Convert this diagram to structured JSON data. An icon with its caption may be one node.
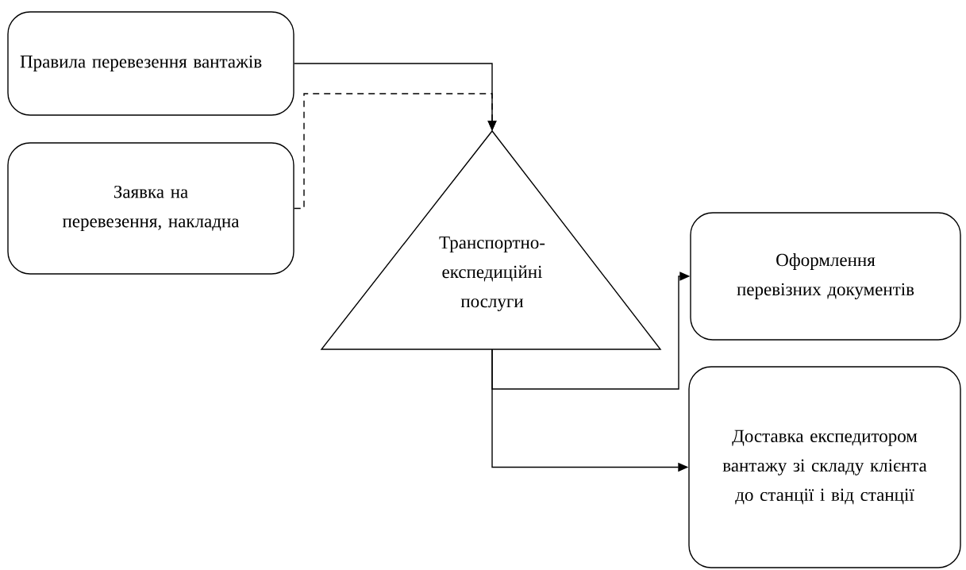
{
  "diagram": {
    "nodes": [
      {
        "text": [
          "Правила перевезення вантажів"
        ]
      },
      {
        "text": [
          "Заявка на перевезення, накладна"
        ]
      },
      {
        "text": [
          "Транспортно-експедиційні послуги"
        ]
      },
      {
        "text": [
          "Оформлення перевізних документів"
        ]
      },
      {
        "text": [
          "Доставка експедитором вантажу зі складу клієнта до станції і від станції"
        ]
      }
    ],
    "edges": [
      {
        "from": 1,
        "to": 2,
        "arrow": "to",
        "style": "dashed"
      },
      {
        "from": 0,
        "to": 2,
        "arrow": "to"
      },
      {
        "from": 2,
        "to": 3,
        "arrow": "to"
      },
      {
        "from": 2,
        "to": 4,
        "arrow": "to"
      }
    ]
  }
}
